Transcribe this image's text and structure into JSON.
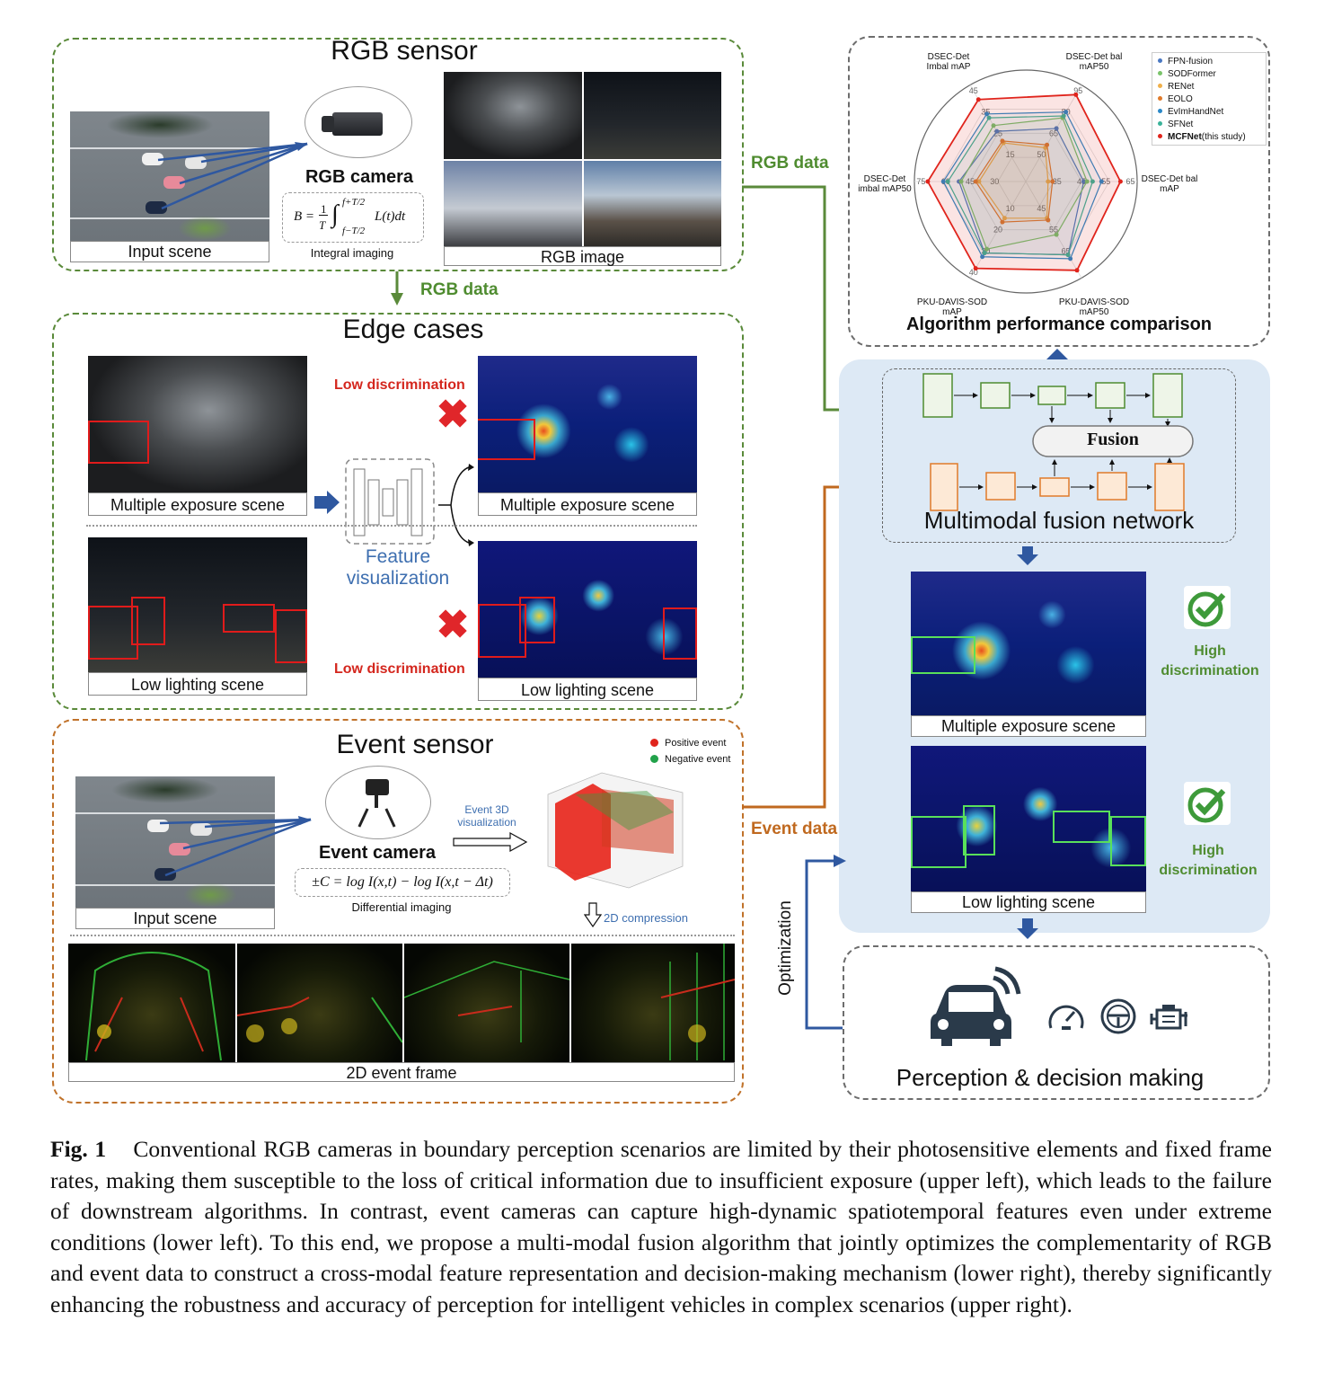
{
  "rgb_sensor": {
    "title": "RGB sensor",
    "input_scene_label": "Input scene",
    "camera_label": "RGB camera",
    "integral_label": "Integral imaging",
    "rgb_image_label": "RGB image",
    "formula": "B = 1/T ∫ L(t)dt",
    "formula_upper": "f+T/2",
    "formula_lower": "f−T/2"
  },
  "edge_cases": {
    "title": "Edge cases",
    "low_discrimination_1": "Low discrimination",
    "low_discrimination_2": "Low discrimination",
    "multi_exposure_label_left": "Multiple exposure scene",
    "multi_exposure_label_right": "Multiple exposure scene",
    "low_light_label_left": "Low lighting scene",
    "low_light_label_right": "Low lighting scene",
    "feature_vis_line1": "Feature",
    "feature_vis_line2": "visualization"
  },
  "event_sensor": {
    "title": "Event sensor",
    "input_scene_label": "Input scene",
    "camera_label": "Event camera",
    "differential_label": "Differential imaging",
    "formula": "±C = log I(x,t) − log I(x,t − Δt)",
    "vis3d_line1": "Event 3D",
    "vis3d_line2": "visualization",
    "compression_label": "2D compression",
    "frame_label": "2D event frame",
    "legend_positive": "Positive event",
    "legend_negative": "Negative event"
  },
  "arrows": {
    "rgb_data_top": "RGB data",
    "rgb_data_mid": "RGB data",
    "event_data": "Event data",
    "optimization": "Optimization"
  },
  "fusion": {
    "fusion_label": "Fusion",
    "network_label": "Multimodal fusion network",
    "multi_exposure_label": "Multiple exposure scene",
    "low_light_label": "Low lighting scene",
    "high_disc_1_line1": "High",
    "high_disc_1_line2": "discrimination",
    "high_disc_2_line1": "High",
    "high_disc_2_line2": "discrimination"
  },
  "perception": {
    "label": "Perception & decision making"
  },
  "radar": {
    "title": "Algorithm performance comparison",
    "axes": [
      {
        "line1": "DSEC-Det",
        "line2": "Imbal mAP"
      },
      {
        "line1": "DSEC-Det bal",
        "line2": "mAP50"
      },
      {
        "line1": "DSEC-Det bal",
        "line2": "mAP"
      },
      {
        "line1": "PKU-DAVIS-SOD",
        "line2": "mAP50"
      },
      {
        "line1": "PKU-DAVIS-SOD",
        "line2": "mAP"
      },
      {
        "line1": "DSEC-Det",
        "line2": "imbal mAP50"
      }
    ],
    "legend": [
      {
        "name": "FPN-fusion",
        "color": "#4a78c2"
      },
      {
        "name": "SODFormer",
        "color": "#7ac46a"
      },
      {
        "name": "RENet",
        "color": "#f0b04a"
      },
      {
        "name": "EOLO",
        "color": "#e07a2a"
      },
      {
        "name": "EvImHandNet",
        "color": "#2a88c8"
      },
      {
        "name": "SFNet",
        "color": "#3ab39a"
      },
      {
        "name": "MCFNet",
        "suffix": "(this study)",
        "color": "#e0241c"
      }
    ]
  },
  "chart_data": {
    "type": "radar",
    "title": "Algorithm performance comparison",
    "axes": [
      "DSEC-Det Imbal mAP",
      "DSEC-Det bal mAP50",
      "DSEC-Det bal mAP",
      "PKU-DAVIS-SOD mAP50",
      "PKU-DAVIS-SOD mAP",
      "DSEC-Det imbal mAP50"
    ],
    "ticks": [
      [
        "15",
        "25",
        "35",
        "45"
      ],
      [
        "50",
        "65",
        "80",
        "95"
      ],
      [
        "35",
        "45",
        "55",
        "65"
      ],
      [
        "45",
        "55",
        "65"
      ],
      [
        "10",
        "20",
        "30",
        "40"
      ],
      [
        "30",
        "45",
        "60",
        "75"
      ]
    ],
    "series": [
      {
        "name": "FPN-fusion",
        "values": [
          0.52,
          0.55,
          0.52,
          0.76,
          0.74,
          0.6
        ]
      },
      {
        "name": "SODFormer",
        "values": [
          0.58,
          0.66,
          0.55,
          0.55,
          0.7,
          0.58
        ]
      },
      {
        "name": "RENet",
        "values": [
          0.4,
          0.35,
          0.2,
          0.38,
          0.38,
          0.42
        ]
      },
      {
        "name": "EOLO",
        "values": [
          0.42,
          0.38,
          0.24,
          0.4,
          0.42,
          0.45
        ]
      },
      {
        "name": "EvImHandNet",
        "values": [
          0.7,
          0.72,
          0.68,
          0.8,
          0.78,
          0.74
        ]
      },
      {
        "name": "SFNet",
        "values": [
          0.66,
          0.68,
          0.6,
          0.76,
          0.74,
          0.7
        ]
      },
      {
        "name": "MCFNet",
        "values": [
          0.85,
          0.9,
          0.85,
          0.92,
          0.9,
          0.88
        ]
      }
    ]
  },
  "caption": {
    "fig": "Fig. 1",
    "text": "Conventional RGB cameras in boundary perception scenarios are limited by their photosensitive elements and fixed frame rates, making them susceptible to the loss of critical information due to insufficient exposure (upper left), which leads to the failure of downstream algorithms. In contrast, event cameras can capture high-dynamic spatiotemporal features even under extreme conditions (lower left). To this end, we propose a multi-modal fusion algorithm that jointly optimizes the complementarity of RGB and event data to construct a cross-modal feature representation and decision-making mechanism (lower right), thereby significantly enhancing the robustness and accuracy of perception for intelligent vehicles in complex scenarios (upper right)."
  }
}
